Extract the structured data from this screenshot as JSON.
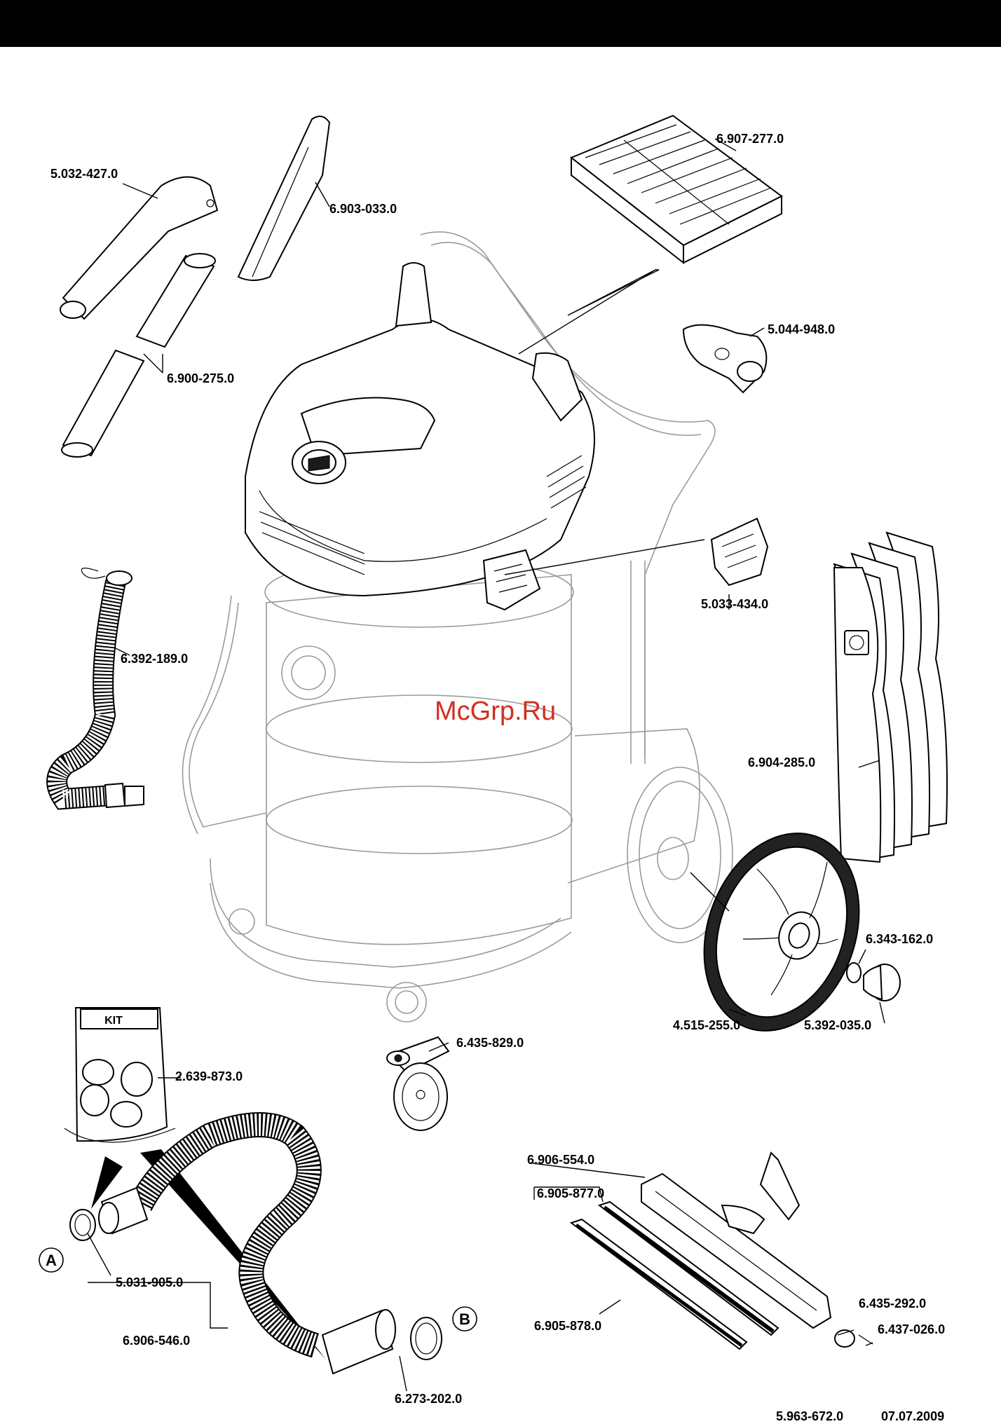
{
  "watermark": "McGrp.Ru",
  "kit_label": "KIT",
  "callouts": {
    "a": "A",
    "b": "B"
  },
  "parts": {
    "p_5_032_427": "5.032-427.0",
    "p_6_903_033": "6.903-033.0",
    "p_6_907_277": "6.907-277.0",
    "p_5_044_948": "5.044-948.0",
    "p_6_900_275": "6.900-275.0",
    "p_5_033_434": "5.033-434.0",
    "p_6_392_189": "6.392-189.0",
    "p_6_904_285": "6.904-285.0",
    "p_6_343_162": "6.343-162.0",
    "p_4_515_255": "4.515-255.0",
    "p_5_392_035": "5.392-035.0",
    "p_6_435_829": "6.435-829.0",
    "p_2_639_873": "2.639-873.0",
    "p_6_906_554": "6.906-554.0",
    "p_6_905_877": "6.905-877.0",
    "p_6_435_292": "6.435-292.0",
    "p_6_437_026": "6.437-026.0",
    "p_6_905_878": "6.905-878.0",
    "p_5_031_905": "5.031-905.0",
    "p_6_906_546": "6.906-546.0",
    "p_6_273_202": "6.273-202.0"
  },
  "footer": {
    "doc_number": "5.963-672.0",
    "date": "07.07.2009"
  }
}
